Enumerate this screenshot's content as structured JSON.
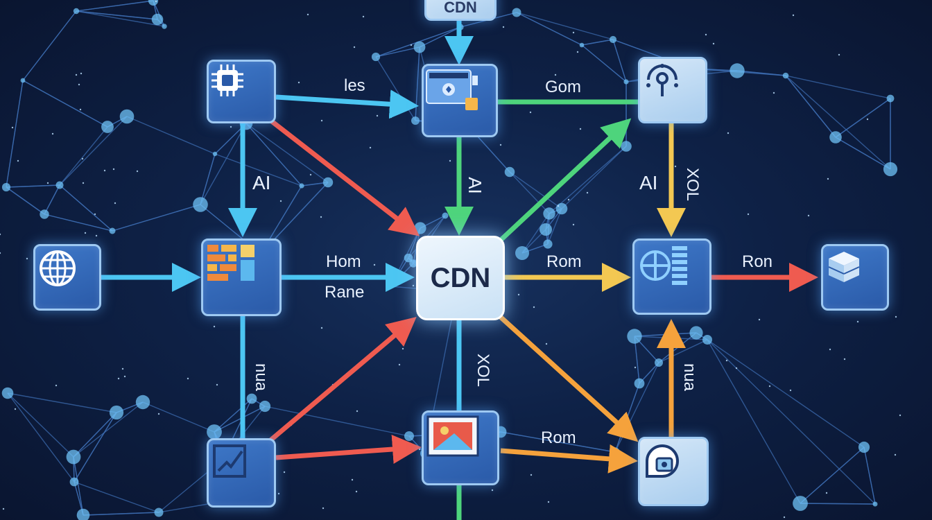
{
  "center": {
    "label": "CDN"
  },
  "top_node": {
    "label": "CDN"
  },
  "edge_labels": {
    "top_left_h": "les",
    "top_right_h": "Gom",
    "left_v": "AI",
    "center_top_v": "AI",
    "right_v_a": "AI",
    "right_v_b": "XOL",
    "mid_left_a": "Hom",
    "mid_left_b": "Rane",
    "mid_right": "Rom",
    "far_right": "Ron",
    "bottom_left_v": "nua",
    "center_bottom_v": "XOL",
    "bottom_right_v": "nua",
    "bottom_mid": "Rom"
  },
  "icons": {
    "node_top_left": "chip-icon",
    "node_top_center": "server-icon",
    "node_top_right": "sensor-icon",
    "node_mid_left": "dashboard-icon",
    "node_far_left": "globe-icon",
    "node_mid_right": "data-center-icon",
    "node_far_right": "cube-icon",
    "node_bottom_left": "chart-icon",
    "node_bottom_center": "media-icon",
    "node_bottom_right": "camera-icon"
  },
  "colors": {
    "background": "#0e2146",
    "node_fill": "#3a70c0",
    "node_border": "#9ec9f2",
    "arrow_cyan": "#4cc6f2",
    "arrow_green": "#4ed47c",
    "arrow_red": "#ef5b50",
    "arrow_orange": "#f5a23c",
    "arrow_yellow": "#f3c852",
    "network_line": "#3e6fb5",
    "network_dot": "#6fc2f5"
  }
}
